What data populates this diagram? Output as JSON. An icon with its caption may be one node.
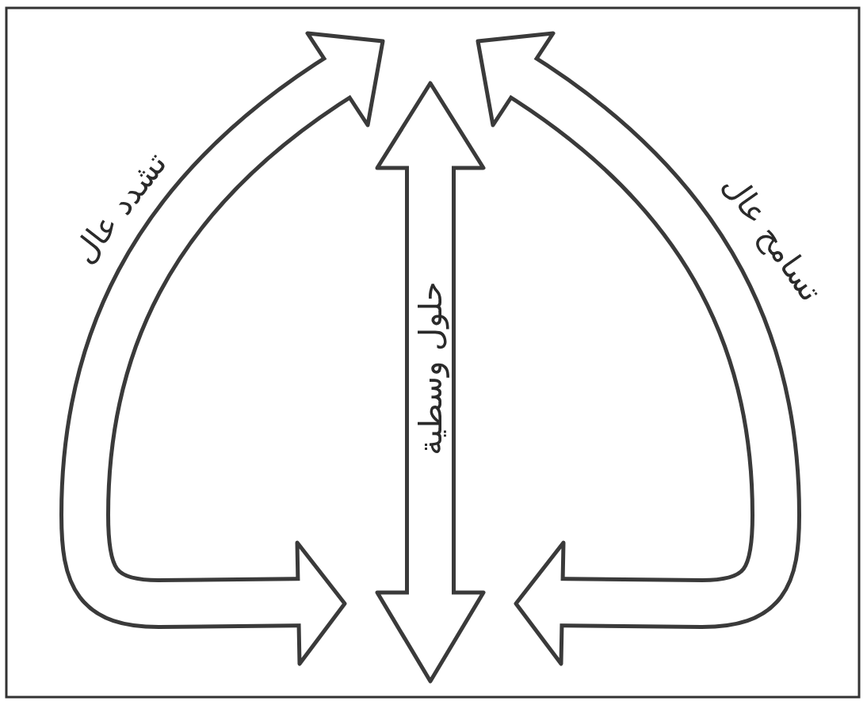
{
  "diagram": {
    "labels": [
      "تشدد عال",
      "حلول وسطية",
      "تسامح عال"
    ]
  }
}
